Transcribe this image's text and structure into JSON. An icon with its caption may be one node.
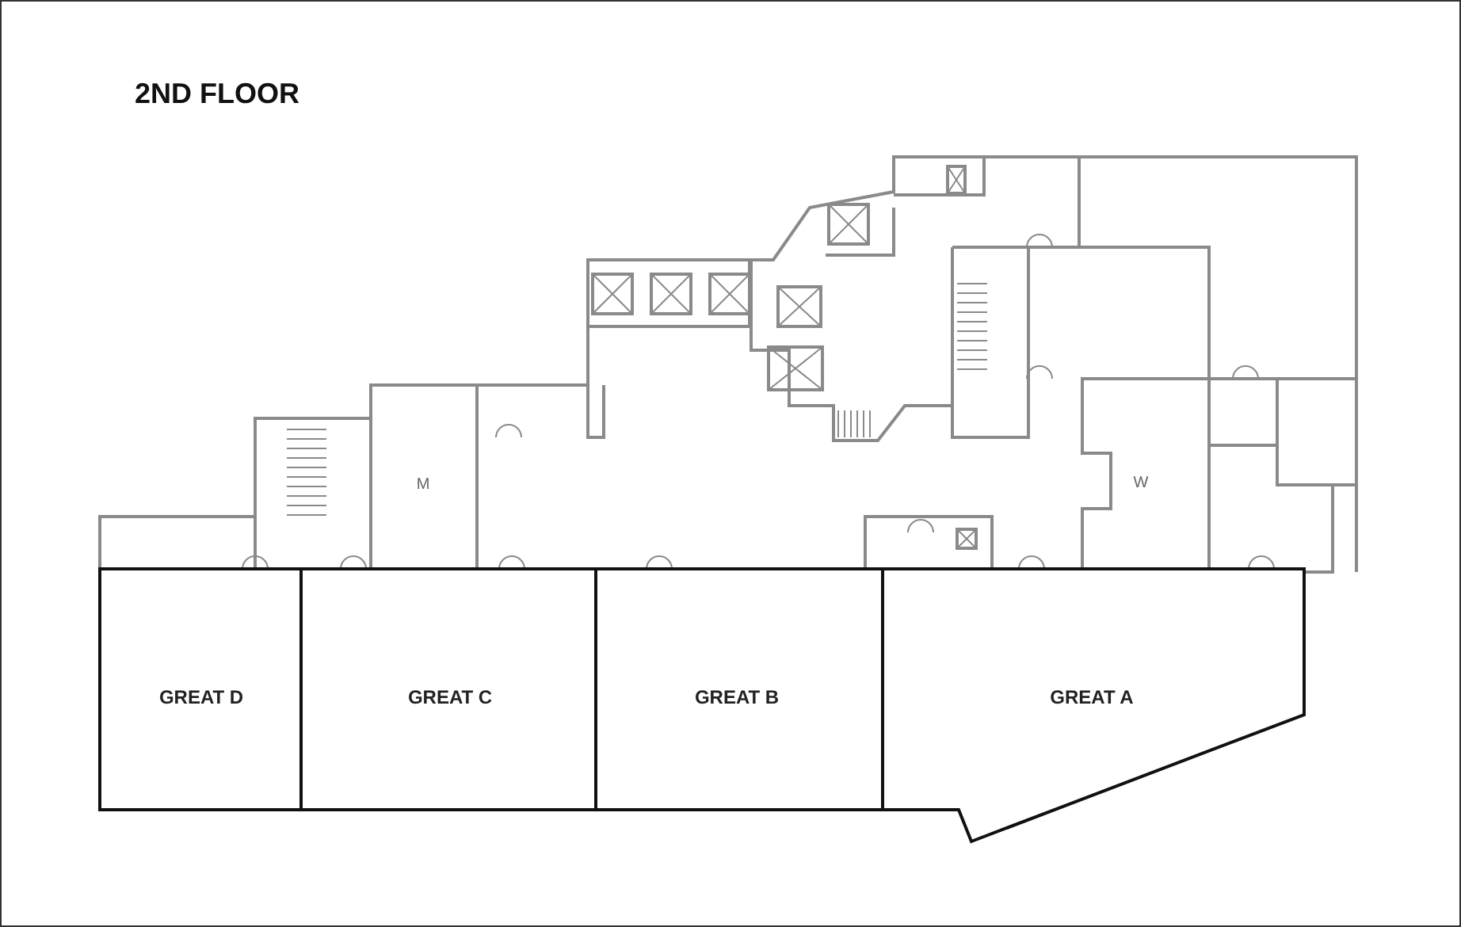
{
  "diagram": {
    "title": "2ND FLOOR",
    "nodes": [
      {
        "text": [
          "M"
        ]
      },
      {
        "text": [
          "W"
        ]
      },
      {
        "text": [
          "GREAT D"
        ]
      },
      {
        "text": [
          "GREAT C"
        ]
      },
      {
        "text": [
          "GREAT B"
        ]
      },
      {
        "text": [
          "GREAT A"
        ]
      }
    ]
  }
}
